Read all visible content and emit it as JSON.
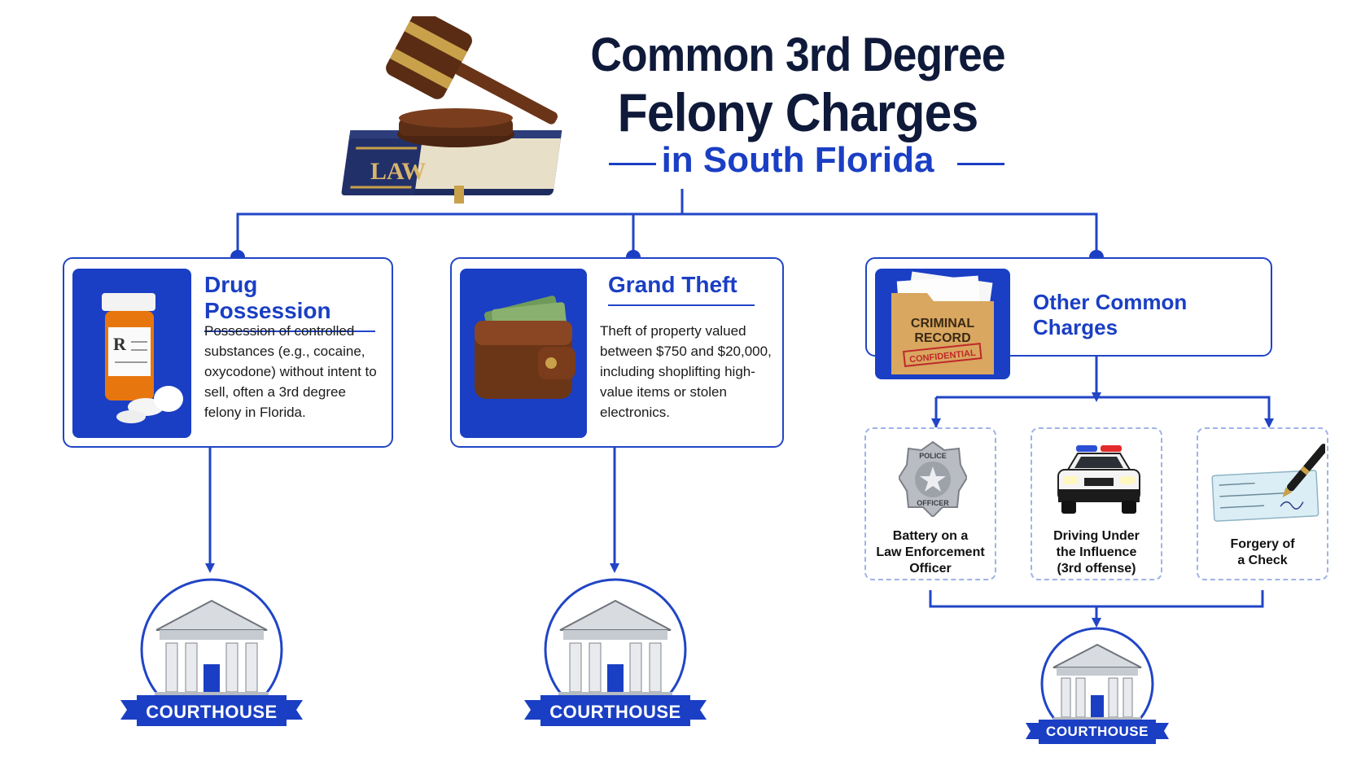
{
  "title": {
    "line1": "Common 3rd Degree",
    "line2": "Felony Charges",
    "line3": "in South Florida"
  },
  "law_book_label": "LAW",
  "charges": [
    {
      "title": "Drug Possession",
      "description": "Possession of controlled substances (e.g., cocaine, oxycodone) without intent to sell, often a 3rd degree felony in Florida.",
      "icon": "pill-bottle-icon"
    },
    {
      "title": "Grand Theft",
      "description": "Theft of property valued between $750 and $20,000, including shoplifting high-value items or stolen electronics.",
      "icon": "wallet-icon"
    },
    {
      "title": "Other Common Charges",
      "icon": "criminal-record-folder-icon",
      "folder_text": [
        "CRIMINAL",
        "RECORD"
      ],
      "stamp_text": "CONFIDENTIAL"
    }
  ],
  "other_charges": [
    {
      "label": [
        "Battery on a",
        "Law Enforcement",
        "Officer"
      ],
      "icon": "police-badge-icon",
      "badge_top": "POLICE",
      "badge_bottom": "OFFICER"
    },
    {
      "label": [
        "Driving Under",
        "the Influence",
        "(3rd offense)"
      ],
      "icon": "police-car-icon"
    },
    {
      "label": [
        "Forgery of",
        "a Check"
      ],
      "icon": "check-and-pen-icon"
    }
  ],
  "courthouse_label": "COURTHOUSE",
  "colors": {
    "accent": "#1a3fc4",
    "title": "#0f1a3a",
    "line": "#2145c6"
  }
}
